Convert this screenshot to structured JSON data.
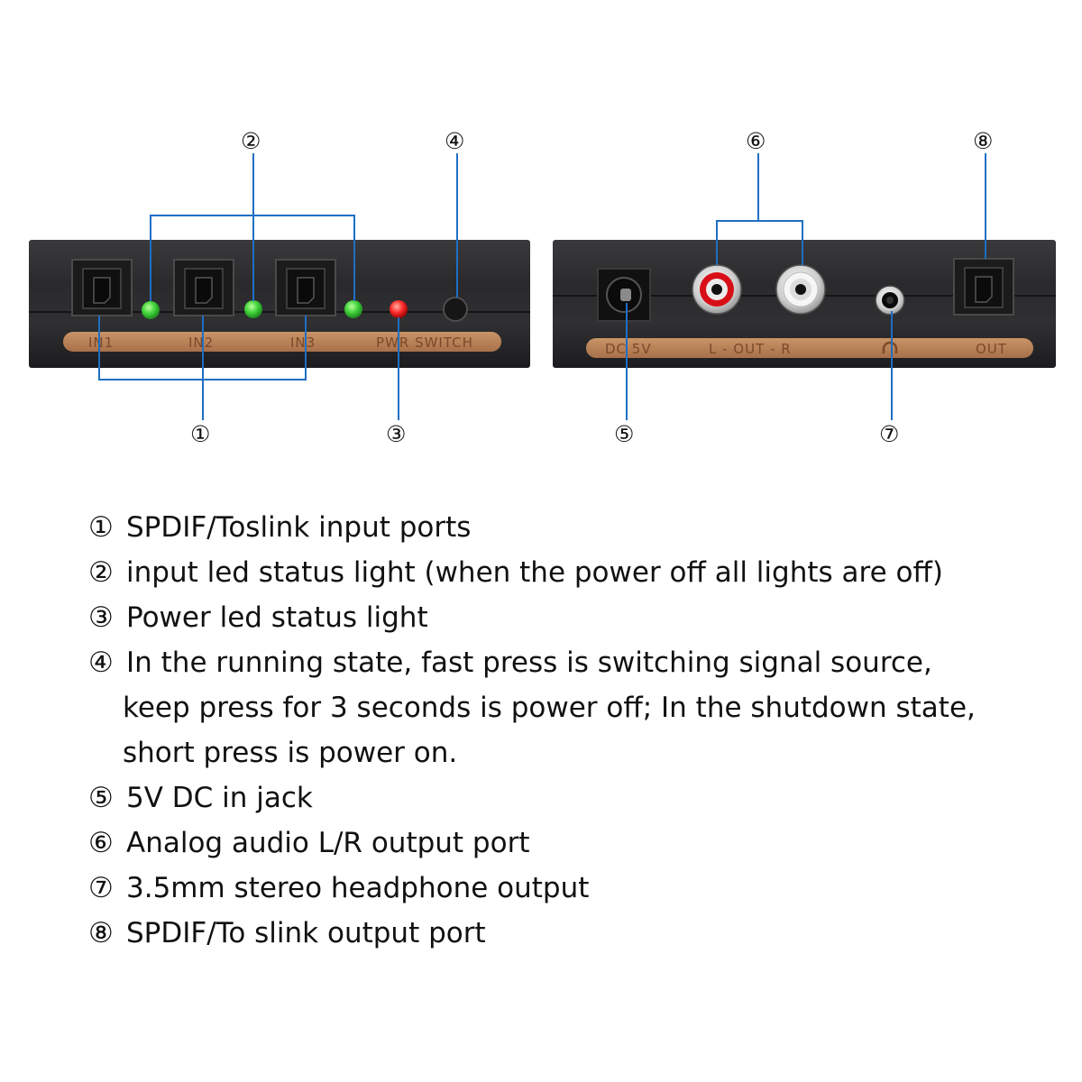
{
  "panel_labels": {
    "in1": "IN1",
    "in2": "IN2",
    "in3": "IN3",
    "pwr_switch": "PWR SWITCH",
    "dc5v": "DC 5V",
    "l_out_r": "L - OUT - R",
    "out": "OUT"
  },
  "callouts": {
    "c1": "①",
    "c2": "②",
    "c3": "③",
    "c4": "④",
    "c5": "⑤",
    "c6": "⑥",
    "c7": "⑦",
    "c8": "⑧"
  },
  "legend": [
    {
      "num": "①",
      "text": "SPDIF/Toslink input ports"
    },
    {
      "num": "②",
      "text": "input led status light (when the power off all lights are off)"
    },
    {
      "num": "③",
      "text": "Power led status light"
    },
    {
      "num": "④",
      "text": "In the running state, fast press is switching signal source,",
      "cont": [
        "keep press for 3 seconds is power off; In the shutdown state,",
        "short press is power on."
      ]
    },
    {
      "num": "⑤",
      "text": "5V DC in jack"
    },
    {
      "num": "⑥",
      "text": "Analog audio L/R output port"
    },
    {
      "num": "⑦",
      "text": "3.5mm stereo headphone output"
    },
    {
      "num": "⑧",
      "text": "SPDIF/To slink output port"
    }
  ],
  "colors": {
    "callout_line": "#1e6fc4",
    "led_green": "#3fd23a",
    "led_red": "#ff2a2a",
    "panel_body": "#2b2b2d",
    "label_strip": "#c0875a"
  }
}
